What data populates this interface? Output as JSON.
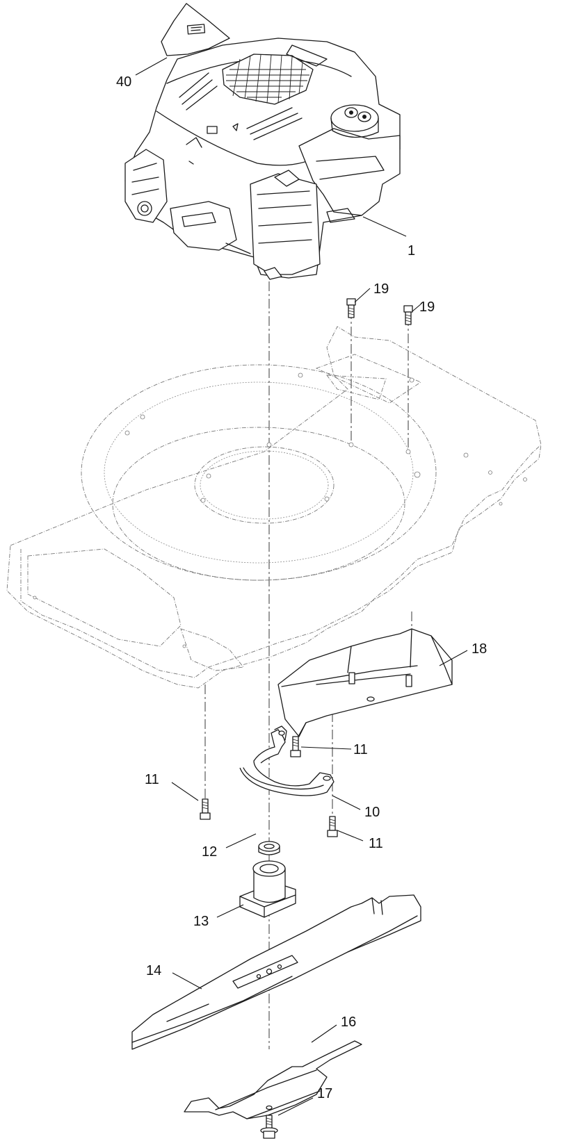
{
  "callouts": {
    "c40": "40",
    "c1": "1",
    "c19a": "19",
    "c19b": "19",
    "c18": "18",
    "c11a": "11",
    "c11b": "11",
    "c11c": "11",
    "c10": "10",
    "c12": "12",
    "c13": "13",
    "c14": "14",
    "c16": "16",
    "c17": "17"
  }
}
